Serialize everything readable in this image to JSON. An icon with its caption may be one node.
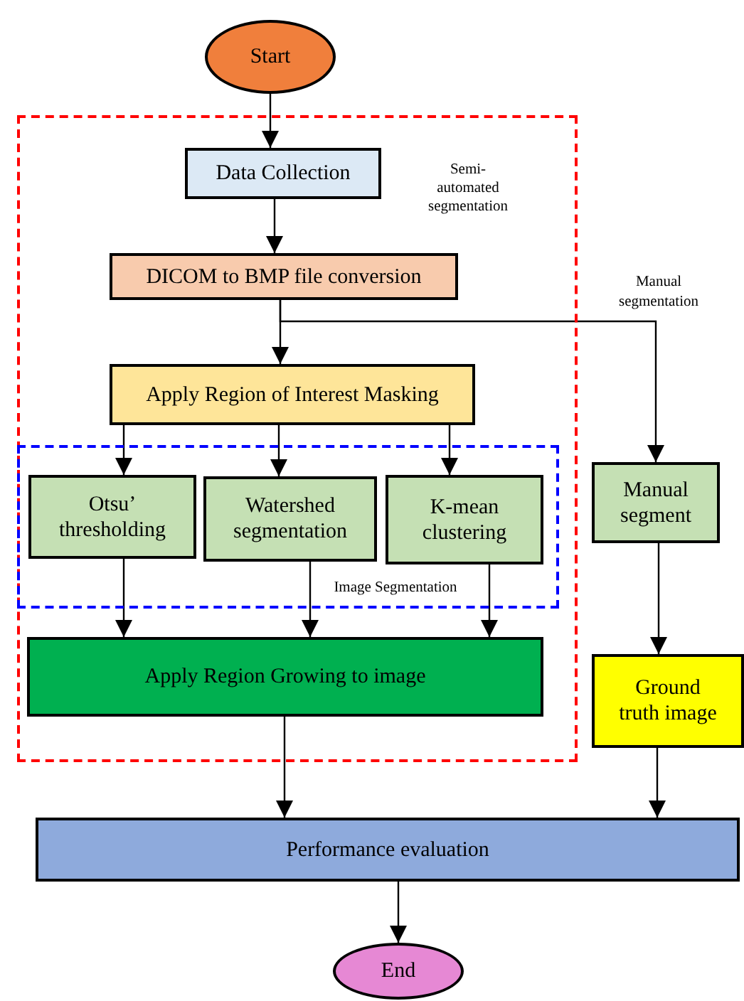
{
  "diagram": {
    "nodes": [
      {
        "text": [
          "Start"
        ]
      },
      {
        "text": [
          "Semi- automated segmentation"
        ]
      },
      {
        "text": [
          "Data Collection"
        ],
        "in": 1
      },
      {
        "text": [
          "DICOM to BMP file conversion"
        ],
        "in": 1
      },
      {
        "text": [
          "Apply Region of Interest Masking"
        ],
        "in": 1
      },
      {
        "text": [
          "Image Segmentation"
        ],
        "in": 1
      },
      {
        "text": [
          "Otsu’ thresholding"
        ],
        "in": 5
      },
      {
        "text": [
          "Watershed segmentation"
        ],
        "in": 5
      },
      {
        "text": [
          "K-mean clustering"
        ],
        "in": 5
      },
      {
        "text": [
          "Apply Region Growing to image"
        ],
        "in": 1
      },
      {
        "text": [
          "Manual segment"
        ]
      },
      {
        "text": [
          "Ground truth image"
        ]
      },
      {
        "text": [
          "Performance evaluation"
        ]
      },
      {
        "text": [
          "End"
        ]
      }
    ],
    "edges": [
      {
        "from": 0,
        "to": 2,
        "arrow": "to"
      },
      {
        "from": 2,
        "to": 3,
        "arrow": "to"
      },
      {
        "from": 3,
        "to": 4,
        "arrow": "to"
      },
      {
        "from": 3,
        "to": 10,
        "arrow": "to",
        "label": "Manual segmentation"
      },
      {
        "from": 4,
        "to": 6,
        "arrow": "to"
      },
      {
        "from": 4,
        "to": 7,
        "arrow": "to"
      },
      {
        "from": 4,
        "to": 8,
        "arrow": "to"
      },
      {
        "from": 6,
        "to": 9,
        "arrow": "to"
      },
      {
        "from": 7,
        "to": 9,
        "arrow": "to"
      },
      {
        "from": 8,
        "to": 9,
        "arrow": "to"
      },
      {
        "from": 10,
        "to": 11,
        "arrow": "to"
      },
      {
        "from": 9,
        "to": 12,
        "arrow": "to"
      },
      {
        "from": 11,
        "to": 12,
        "arrow": "to"
      },
      {
        "from": 12,
        "to": 13,
        "arrow": "to"
      }
    ]
  }
}
